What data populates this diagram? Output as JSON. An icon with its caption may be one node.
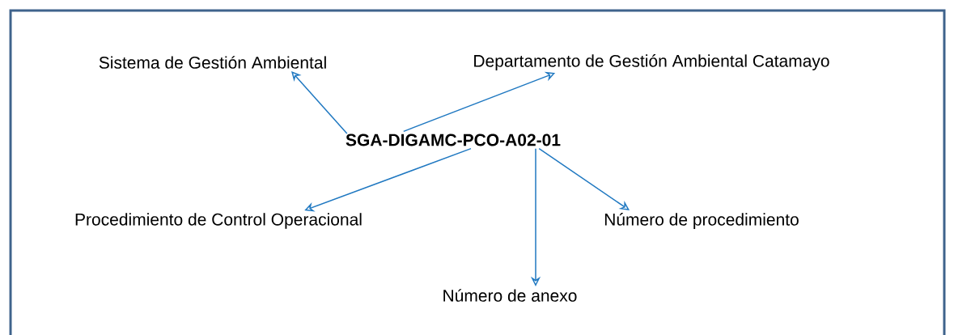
{
  "diagram": {
    "nodes": [
      {
        "text": [
          "SGA-DIGAMC-PCO-A02-01"
        ]
      },
      {
        "text": [
          "Sistema de Gestión Ambiental"
        ]
      },
      {
        "text": [
          "Departamento de Gestión Ambiental Catamayo"
        ]
      },
      {
        "text": [
          "Procedimiento de Control Operacional"
        ]
      },
      {
        "text": [
          "Número de procedimiento"
        ]
      },
      {
        "text": [
          "Número de anexo"
        ]
      }
    ],
    "edges": [
      {
        "from": 0,
        "to": 1,
        "arrow": "to"
      },
      {
        "from": 0,
        "to": 2,
        "arrow": "to"
      },
      {
        "from": 0,
        "to": 3,
        "arrow": "to"
      },
      {
        "from": 0,
        "to": 4,
        "arrow": "to"
      },
      {
        "from": 0,
        "to": 5,
        "arrow": "to"
      }
    ]
  }
}
